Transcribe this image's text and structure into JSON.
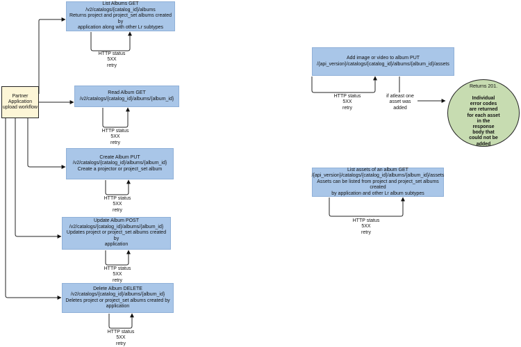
{
  "start_node": {
    "label": "Partner\nApplication\nupload workflow"
  },
  "operations": [
    {
      "label": "List Albums  GET /v2/catalogs/{catalog_id}/albums\nReturns project and project_set albums created by\napplication along with other Lr subtypes",
      "retry_label": "HTTP status\n5XX\nretry"
    },
    {
      "label": "Read Album  GET\n/v2/catalogs/{catalog_id}/albums/{album_id}",
      "retry_label": "HTTP status\n5XX\nretry"
    },
    {
      "label": "Create Album  PUT\n/v2/catalogs/{catalog_id}/albums/{album_id}\nCreate a projector or project_set album",
      "retry_label": "HTTP status\n5XX\nretry"
    },
    {
      "label": "Update Album  POST\n/v2/catalogs/{catalog_id}/albums/{album_id}\nUpdates project or project_set albums created by\napplication",
      "retry_label": "HTTP status\n5XX\nretry"
    },
    {
      "label": "Delete Album  DELETE\n/v2/catalogs/{catalog_id}/albums/{album_id}\nDeletes project or project_set albums created by\napplication",
      "retry_label": "HTTP status\n5XX\nretry"
    },
    {
      "label": "Add image or video to album PUT\n/{api_version}/catalogs/{catalog_id}/albums/{album_id}/assets",
      "retry_label": "HTTP status\n5XX\nretry"
    },
    {
      "label": "List assets of an album GET\n/{api_version}/catalogs/{catalog_id}/albums/{album_id}/assets\nAssets can be listed from project and project_set albums created\nby application and other Lr album subtypes",
      "retry_label": "HTTP status\n5XX\nretry"
    }
  ],
  "condition_label": "if atleast one\nasset was\nadded",
  "result_node": {
    "line1": "Returns 201.",
    "rest": "Individual\nerror codes\nare returned\nfor each asset\nin the\nresponse\nbody that\ncould not be\nadded"
  },
  "colors": {
    "operation_fill": "#a9c6e8",
    "start_fill": "#fdf6d7",
    "result_fill": "#c7dcb1",
    "line": "#222222"
  }
}
